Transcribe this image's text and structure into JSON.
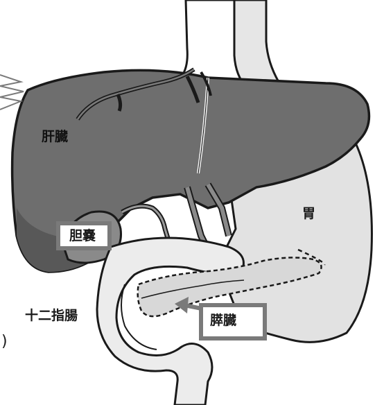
{
  "labels": {
    "liver": "肝臓",
    "stomach": "胃",
    "gallbladder": "胆嚢",
    "duodenum": "十二指腸",
    "pancreas": "膵臓",
    "edge_mark": ")"
  },
  "colors": {
    "outline": "#1a1a1a",
    "liver": "#6e6e6e",
    "liver_dark": "#585858",
    "stomach": "#e2e2e2",
    "gallbladder": "#8a8a8a",
    "highlight_box": "#7a7a7a",
    "background": "#ffffff"
  }
}
